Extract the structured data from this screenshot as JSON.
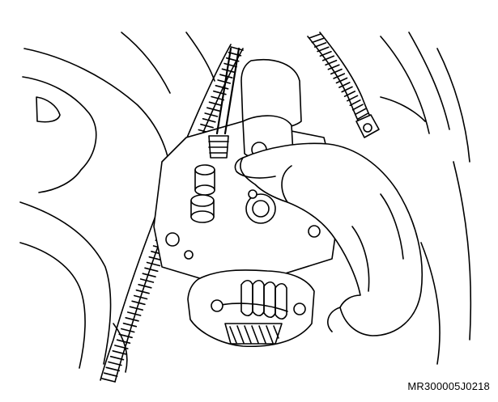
{
  "figure": {
    "reference_code": "MR300005J0218",
    "colors": {
      "line": "#000000",
      "background": "#ffffff"
    },
    "depicts": [
      "hose-left",
      "hose-right",
      "pump-body",
      "pump-cover",
      "hand",
      "injector-pipe"
    ]
  }
}
